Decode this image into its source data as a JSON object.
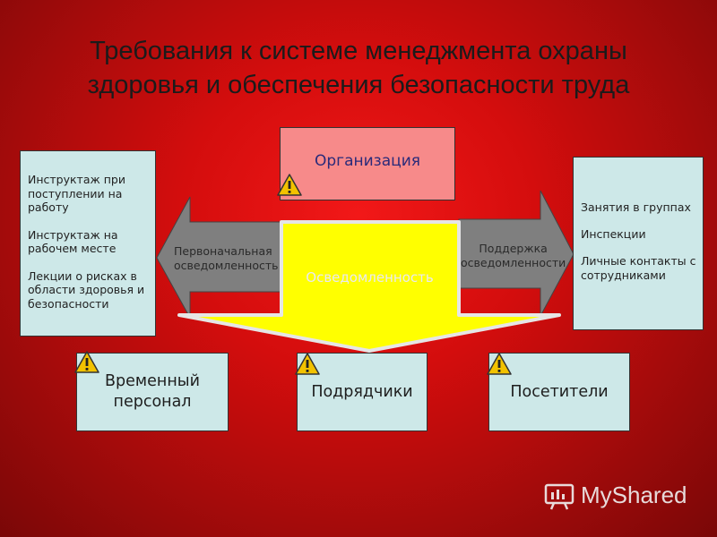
{
  "title": {
    "line1": "Требования к системе менеджмента охраны",
    "line2": "здоровья и обеспечения безопасности труда"
  },
  "organization": {
    "label": "Организация"
  },
  "left_box": {
    "items": [
      "Инструктаж при поступлении на работу",
      "Инструктаж на рабочем месте",
      "Лекции о рисках в области здоровья и безопасности"
    ]
  },
  "right_box": {
    "items": [
      "Занятия в группах",
      "Инспекции",
      "Личные контакты с сотрудниками"
    ]
  },
  "arrows": {
    "left_label_line1": "Первоначальная",
    "left_label_line2": "осведомленность",
    "right_label_line1": "Поддержка",
    "right_label_line2": "осведомленности",
    "center_label": "Осведомленность"
  },
  "bottom_boxes": {
    "temporary_line1": "Временный",
    "temporary_line2": "персонал",
    "contractors": "Подрядчики",
    "visitors": "Посетители"
  },
  "watermark": {
    "text": "MyShared"
  },
  "colors": {
    "background": "#d40d0d",
    "box_fill": "#cde8e8",
    "organization_fill": "#f78a8a",
    "arrow_gray": "#7f7f7f",
    "center_arrow": "#ffff00",
    "warning": "#f2c200"
  },
  "icons": [
    "warning-icon",
    "myshared-logo-icon"
  ]
}
